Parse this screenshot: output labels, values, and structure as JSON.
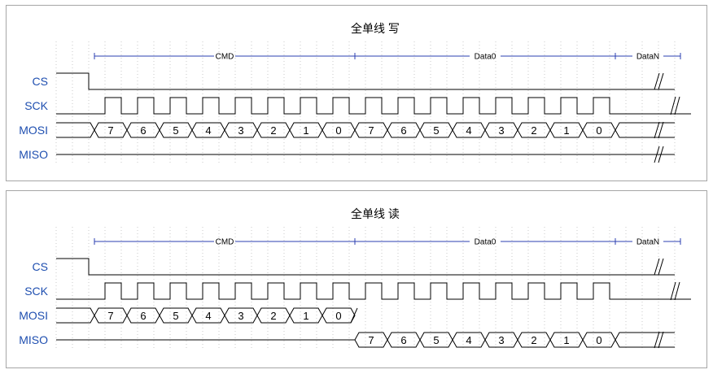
{
  "diagrams": [
    {
      "id": "write",
      "title": "全单线 写",
      "segments": [
        "CMD",
        "Data0",
        "DataN"
      ],
      "signals": [
        "CS",
        "SCK",
        "MOSI",
        "MISO"
      ],
      "mosi_bits": [
        "7",
        "6",
        "5",
        "4",
        "3",
        "2",
        "1",
        "0",
        "7",
        "6",
        "5",
        "4",
        "3",
        "2",
        "1",
        "0"
      ],
      "miso_bits": []
    },
    {
      "id": "read",
      "title": "全单线 读",
      "segments": [
        "CMD",
        "Data0",
        "DataN"
      ],
      "signals": [
        "CS",
        "SCK",
        "MOSI",
        "MISO"
      ],
      "mosi_bits": [
        "7",
        "6",
        "5",
        "4",
        "3",
        "2",
        "1",
        "0"
      ],
      "miso_bits": [
        "7",
        "6",
        "5",
        "4",
        "3",
        "2",
        "1",
        "0"
      ]
    }
  ],
  "colors": {
    "signal_label": "#1f4fb0",
    "segment_line": "#2b3fb0",
    "wave": "#000000",
    "grid": "#c8c8c8",
    "border": "#a6a6a6"
  }
}
